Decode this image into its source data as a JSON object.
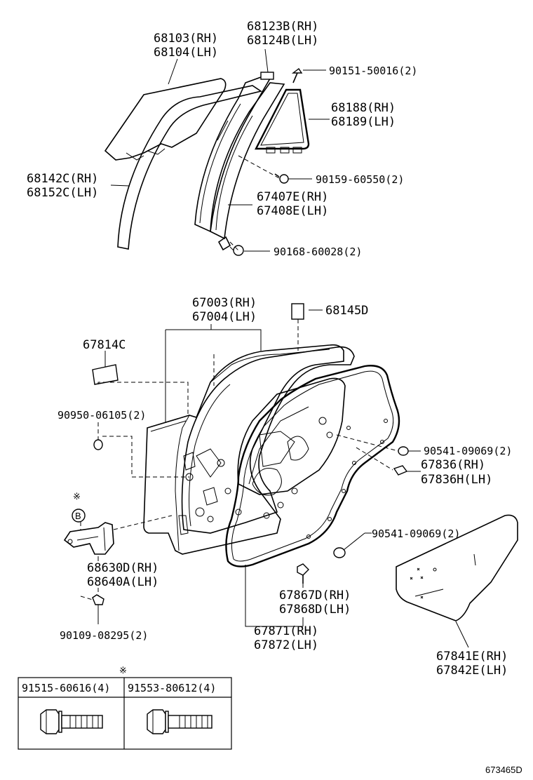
{
  "parts": {
    "window_glass": [
      "68103(RH)",
      "68104(LH)"
    ],
    "glass_run_front": [
      "68123B(RH)",
      "68124B(LH)"
    ],
    "screw_top": "90151-50016(2)",
    "quarter_glass": [
      "68188(RH)",
      "68189(LH)"
    ],
    "glass_channel": [
      "68142C(RH)",
      "68152C(LH)"
    ],
    "clip_mid": "90159-60550(2)",
    "division_bar": [
      "67407E(RH)",
      "67408E(LH)"
    ],
    "screw_bottom": "90168-60028(2)",
    "door_panel": [
      "67003(RH)",
      "67004(LH)"
    ],
    "seal_pad": "68145D",
    "cover": "67814C",
    "plug": "90950-06105(2)",
    "clip_right_upper": "90541-09069(2)",
    "bumper": [
      "67836(RH)",
      "67836H(LH)"
    ],
    "clip_right_lower": "90541-09069(2)",
    "hinge": [
      "68630D(RH)",
      "68640A(LH)"
    ],
    "clip_weather": [
      "67867D(RH)",
      "67868D(LH)"
    ],
    "weatherstrip": [
      "67871(RH)",
      "67872(LH)"
    ],
    "hinge_bolt": "90109-08295(2)",
    "service_hole_cover": [
      "67841E(RH)",
      "67842E(LH)"
    ]
  },
  "note_mark": "※",
  "bolt_ref_letter": "B",
  "table": {
    "mark": "※",
    "headers": [
      "91515-60616(4)",
      "91553-80612(4)"
    ]
  },
  "figure_id": "673465D"
}
